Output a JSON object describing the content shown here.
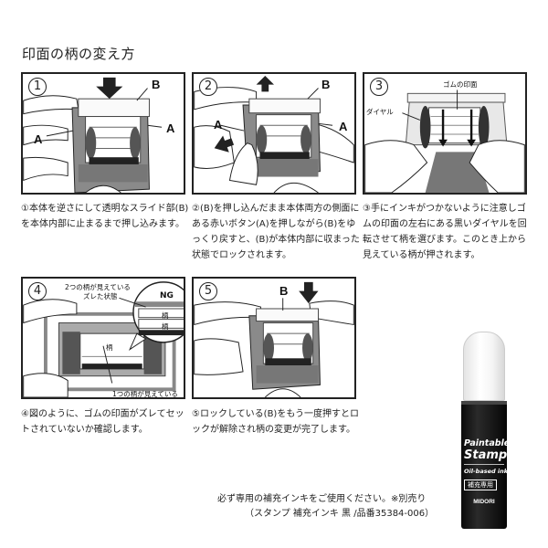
{
  "page": {
    "title": "印面の柄の変え方"
  },
  "steps": [
    {
      "number": "1",
      "labels": {
        "top": "B",
        "right": "A",
        "left": "A"
      },
      "description": "①本体を逆さにして透明なスライド部(B)を本体内部に止まるまで押し込みます。"
    },
    {
      "number": "2",
      "labels": {
        "top": "B",
        "right": "A",
        "left": "A"
      },
      "description": "②(B)を押し込んだまま本体両方の側面にある赤いボタン(A)を押しながら(B)をゆっくり戻すと、(B)が本体内部に収まった状態でロックされます。"
    },
    {
      "number": "3",
      "labels": {
        "top": "ゴムの印面",
        "left": "ダイヤル"
      },
      "description": "③手にインキがつかないように注意しゴムの印面の左右にある黒いダイヤルを回転させて柄を選びます。このとき上から見えている柄が押されます。"
    },
    {
      "number": "4",
      "labels": {
        "callout_top": "2つの柄が見えている",
        "callout_sub": "ズレた状態",
        "ng": "NG",
        "pattern1": "柄",
        "pattern2": "柄",
        "center": "柄",
        "bottom": "1つの柄が見えている"
      },
      "description": "④図のように、ゴムの印面がズレてセットされていないか確認します。"
    },
    {
      "number": "5",
      "labels": {
        "top": "B"
      },
      "description": "⑤ロックしている(B)をもう一度押すとロックが解除され柄の変更が完了します。"
    }
  ],
  "footer": {
    "line1": "必ず専用の補充インキをご使用ください。※別売り",
    "line2": "（スタンプ 補充インキ 黒 /品番35384-006）"
  },
  "product": {
    "brand_line1": "Paintable",
    "brand_line2": "Stamp",
    "subtitle": "Oil-based ink",
    "tag": "補充専用",
    "maker": "MIDORI",
    "colors": {
      "body": "#111111",
      "cap": "#f2f2f2"
    }
  }
}
